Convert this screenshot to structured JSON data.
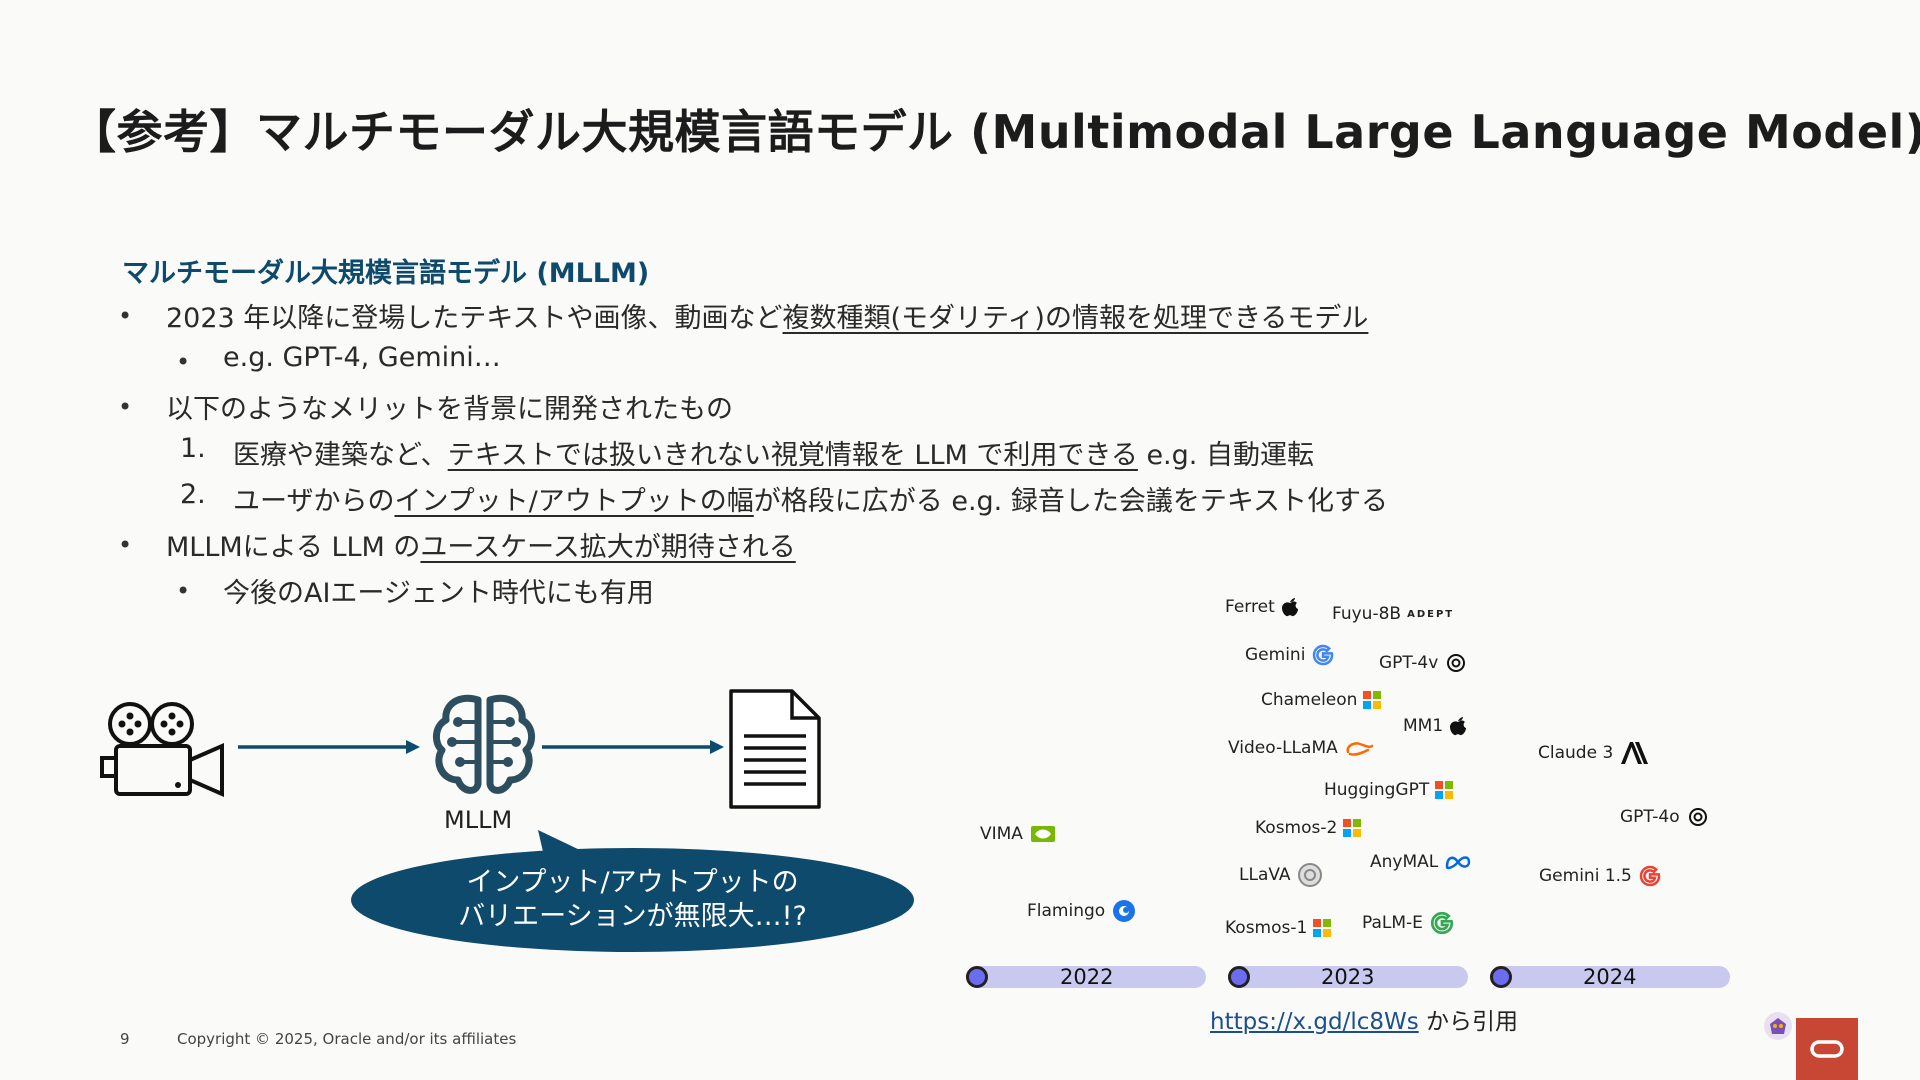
{
  "title": "【参考】マルチモーダル大規模言語モデル (Multimodal Large Language Model)",
  "subhead": "マルチモーダル大規模言語モデル (MLLM)",
  "bullets": {
    "b1_prefix": "2023 年以降に登場したテキストや画像、動画など",
    "b1_underline": "複数種類(モダリティ)の情報を処理できるモデル",
    "b1_sub": "e.g. GPT-4, Gemini…",
    "b2": "以下のようなメリットを背景に開発されたもの",
    "n1_num": "1.",
    "n1_prefix": "医療や建築など、",
    "n1_underline": "テキストでは扱いきれない視覚情報を LLM で利用できる",
    "n1_suffix": " e.g. 自動運転",
    "n2_num": "2.",
    "n2_prefix": "ユーザからの",
    "n2_underline": "インプット/アウトプットの幅",
    "n2_suffix": "が格段に広がる e.g. 録音した会議をテキスト化する",
    "b3_prefix": "MLLMによる LLM の",
    "b3_underline": "ユースケース拡大が期待される",
    "b3_sub": "今後のAIエージェント時代にも有用",
    "dot": "•"
  },
  "diagram": {
    "mllm_label": "MLLM",
    "bubble_line1": "インプット/アウトプットの",
    "bubble_line2": "バリエーションが無限大…!?"
  },
  "timeline": {
    "years": [
      "2022",
      "2023",
      "2024"
    ],
    "models": {
      "ferret": "Ferret",
      "fuyu": "Fuyu-8B",
      "adept": "ADEPT",
      "gemini": "Gemini",
      "gpt4v": "GPT-4v",
      "chameleon": "Chameleon",
      "mm1": "MM1",
      "videollama": "Video-LLaMA",
      "claude3": "Claude 3",
      "hugginggpt": "HuggingGPT",
      "gpt4o": "GPT-4o",
      "kosmos2": "Kosmos-2",
      "vima": "VIMA",
      "anymal": "AnyMAL",
      "llava": "LLaVA",
      "gemini15": "Gemini 1.5",
      "flamingo": "Flamingo",
      "kosmos1": "Kosmos-1",
      "palme": "PaLM-E"
    }
  },
  "source": {
    "link": "https://x.gd/lc8Ws",
    "suffix": " から引用"
  },
  "footer": {
    "page_number": "9",
    "copyright": "Copyright © 2025, Oracle and/or its affiliates"
  },
  "colors": {
    "accent": "#0e4a6b",
    "timeline_bar": "#c9c9f0",
    "timeline_dot": "#6c6cf0",
    "oracle_red": "#c74634"
  }
}
